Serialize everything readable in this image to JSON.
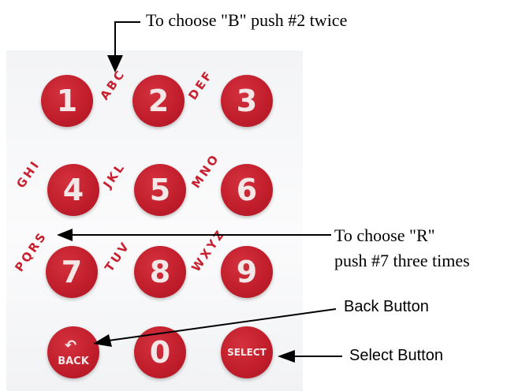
{
  "keys": {
    "k1": "1",
    "k2": "2",
    "k3": "3",
    "k4": "4",
    "k5": "5",
    "k6": "6",
    "k7": "7",
    "k8": "8",
    "k9": "9",
    "back": "BACK",
    "k0": "0",
    "select": "SELECT"
  },
  "letters": {
    "k2": "ABC",
    "k3": "DEF",
    "k4": "GHI",
    "k5": "JKL",
    "k6": "MNO",
    "k7": "PQRS",
    "k8": "TUV",
    "k9": "WXYZ"
  },
  "annotations": {
    "choose_b": "To choose \"B\" push #2 twice",
    "choose_r_line1": "To choose \"R\"",
    "choose_r_line2": "push #7 three times",
    "back_button": "Back Button",
    "select_button": "Select Button"
  },
  "colors": {
    "key_red": "#c01d2b",
    "letter_red": "#c8202e"
  }
}
